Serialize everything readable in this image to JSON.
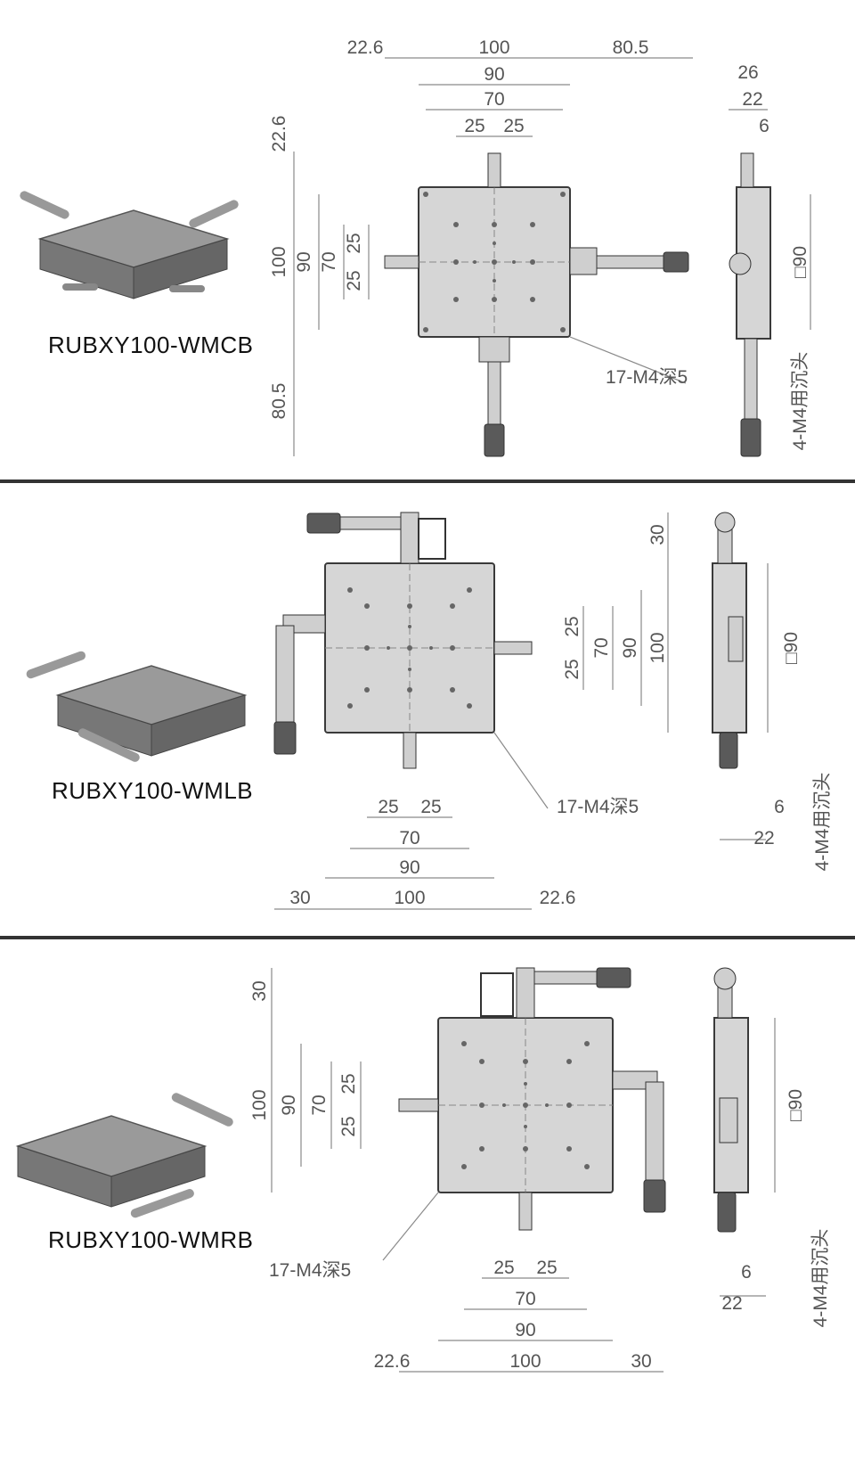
{
  "panels": [
    {
      "model": "RUBXY100-WMCB",
      "front_dims": {
        "left_margin": "22.6",
        "width": "100",
        "right_ext": "80.5",
        "w90": "90",
        "w70": "70",
        "w25a": "25",
        "w25b": "25",
        "top_margin": "22.6",
        "height": "100",
        "h90": "90",
        "h70": "70",
        "h25a": "25",
        "h25b": "25",
        "bottom_ext": "80.5",
        "holes": "17-M4深5"
      },
      "side_dims": {
        "d26": "26",
        "d22": "22",
        "d6": "6",
        "sq90": "□90",
        "counterbore": "4-M4用沉头"
      }
    },
    {
      "model": "RUBXY100-WMLB",
      "front_dims": {
        "top_ext": "30",
        "height": "100",
        "h90": "90",
        "h70": "70",
        "h25a": "25",
        "h25b": "25",
        "w25a": "25",
        "w25b": "25",
        "w70": "70",
        "w90": "90",
        "left_ext": "30",
        "width": "100",
        "right_margin": "22.6",
        "holes": "17-M4深5"
      },
      "side_dims": {
        "sq90": "□90",
        "d6": "6",
        "d22": "22",
        "counterbore": "4-M4用沉头"
      }
    },
    {
      "model": "RUBXY100-WMRB",
      "front_dims": {
        "top_ext": "30",
        "height": "100",
        "h90": "90",
        "h70": "70",
        "h25a": "25",
        "h25b": "25",
        "w25a": "25",
        "w25b": "25",
        "w70": "70",
        "w90": "90",
        "left_margin": "22.6",
        "width": "100",
        "right_ext": "30",
        "holes": "17-M4深5"
      },
      "side_dims": {
        "sq90": "□90",
        "d6": "6",
        "d22": "22",
        "counterbore": "4-M4用沉头"
      }
    }
  ],
  "colors": {
    "stage_fill": "#d6d6d6",
    "stage_edge": "#3a3a3a",
    "dim_line": "#8a8a8a",
    "divider": "#333333",
    "knurl": "#5a5a5a"
  }
}
